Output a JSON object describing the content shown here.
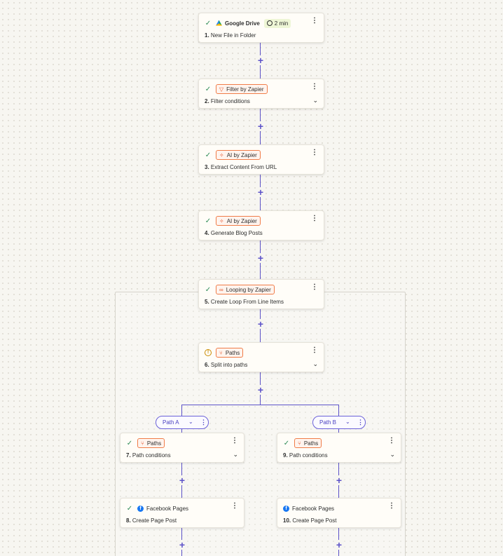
{
  "steps": [
    {
      "num": "1.",
      "title": "New File in Folder",
      "app": "Google Drive",
      "icon": "google-drive-icon",
      "status": "check",
      "timer": "2 min",
      "badge_style": "plain",
      "has_chevron": false
    },
    {
      "num": "2.",
      "title": "Filter conditions",
      "app": "Filter by Zapier",
      "icon": "filter-icon",
      "status": "check",
      "badge_style": "outlined",
      "has_chevron": true
    },
    {
      "num": "3.",
      "title": "Extract Content From URL",
      "app": "AI by Zapier",
      "icon": "ai-sparkle-icon",
      "status": "check",
      "badge_style": "outlined",
      "has_chevron": false
    },
    {
      "num": "4.",
      "title": "Generate Blog Posts",
      "app": "AI by Zapier",
      "icon": "ai-sparkle-icon",
      "status": "check",
      "badge_style": "outlined",
      "has_chevron": false
    },
    {
      "num": "5.",
      "title": "Create Loop From Line Items",
      "app": "Looping by Zapier",
      "icon": "loop-icon",
      "status": "check",
      "badge_style": "outlined",
      "has_chevron": false
    },
    {
      "num": "6.",
      "title": "Split into paths",
      "app": "Paths",
      "icon": "paths-icon",
      "status": "warning",
      "badge_style": "outlined",
      "has_chevron": true
    },
    {
      "num": "7.",
      "title": "Path conditions",
      "app": "Paths",
      "icon": "paths-icon",
      "status": "check",
      "badge_style": "outlined",
      "has_chevron": true
    },
    {
      "num": "9.",
      "title": "Path conditions",
      "app": "Paths",
      "icon": "paths-icon",
      "status": "check",
      "badge_style": "outlined",
      "has_chevron": true
    },
    {
      "num": "8.",
      "title": "Create Page Post",
      "app": "Facebook Pages",
      "icon": "facebook-icon",
      "status": "check",
      "badge_style": "plain",
      "has_chevron": false
    },
    {
      "num": "10.",
      "title": "Create Page Post",
      "app": "Facebook Pages",
      "icon": "facebook-icon",
      "status": "none",
      "badge_style": "plain",
      "has_chevron": false
    }
  ],
  "paths": [
    {
      "label": "Path A"
    },
    {
      "label": "Path B"
    }
  ],
  "glyphs": {
    "check": "✓",
    "plus": "+",
    "kebab": "⋮",
    "chevron": "⌄",
    "warning": "!"
  },
  "colors": {
    "accent": "#5d53c9",
    "app_badge_border": "#f07c48",
    "success": "#2e8b57",
    "warning": "#c98a00"
  }
}
